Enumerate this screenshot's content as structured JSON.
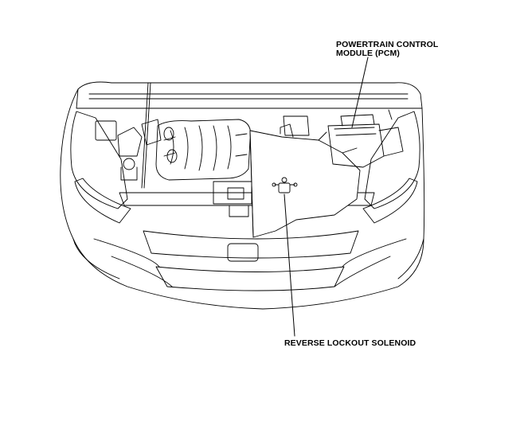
{
  "labels": {
    "pcm_line1": "POWERTRAIN CONTROL",
    "pcm_line2": "MODULE (PCM)",
    "reverse_lockout": "REVERSE LOCKOUT SOLENOID"
  },
  "colors": {
    "line": "#000000",
    "fill": "#ffffff",
    "shade": "#e6e6e6"
  }
}
